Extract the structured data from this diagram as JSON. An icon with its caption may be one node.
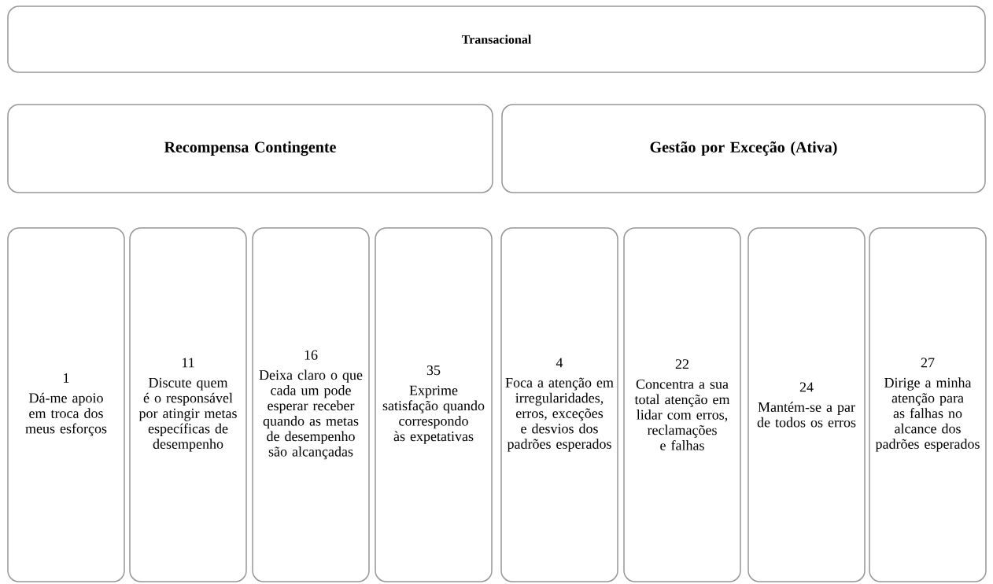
{
  "diagram": {
    "nodes": [
      {
        "text": [
          "Transacional"
        ]
      },
      {
        "text": [
          "Recompensa Contingente"
        ]
      },
      {
        "text": [
          "Gestão por Exceção (Ativa)"
        ]
      },
      {
        "text": [
          "1",
          "Dá-me apoio em troca dos meus esforços"
        ]
      },
      {
        "text": [
          "11",
          "Discute quem é o responsável por atingir metas específicas de desempenho"
        ]
      },
      {
        "text": [
          "16",
          "Deixa claro o que cada um pode esperar receber quando as metas de desempenho são alcançadas"
        ]
      },
      {
        "text": [
          "35",
          "Exprime satisfação quando correspondo às expetativas"
        ]
      },
      {
        "text": [
          "4",
          "Foca a atenção em irregularidades, erros, exceções e desvios dos padrões esperados"
        ]
      },
      {
        "text": [
          "22",
          "Concentra a sua total atenção em lidar com erros, reclamações e falhas"
        ]
      },
      {
        "text": [
          "24",
          "Mantém-se a par de todos os erros"
        ]
      },
      {
        "text": [
          "27",
          "Dirige a minha atenção para as falhas no alcance dos padrões esperados"
        ]
      }
    ]
  }
}
